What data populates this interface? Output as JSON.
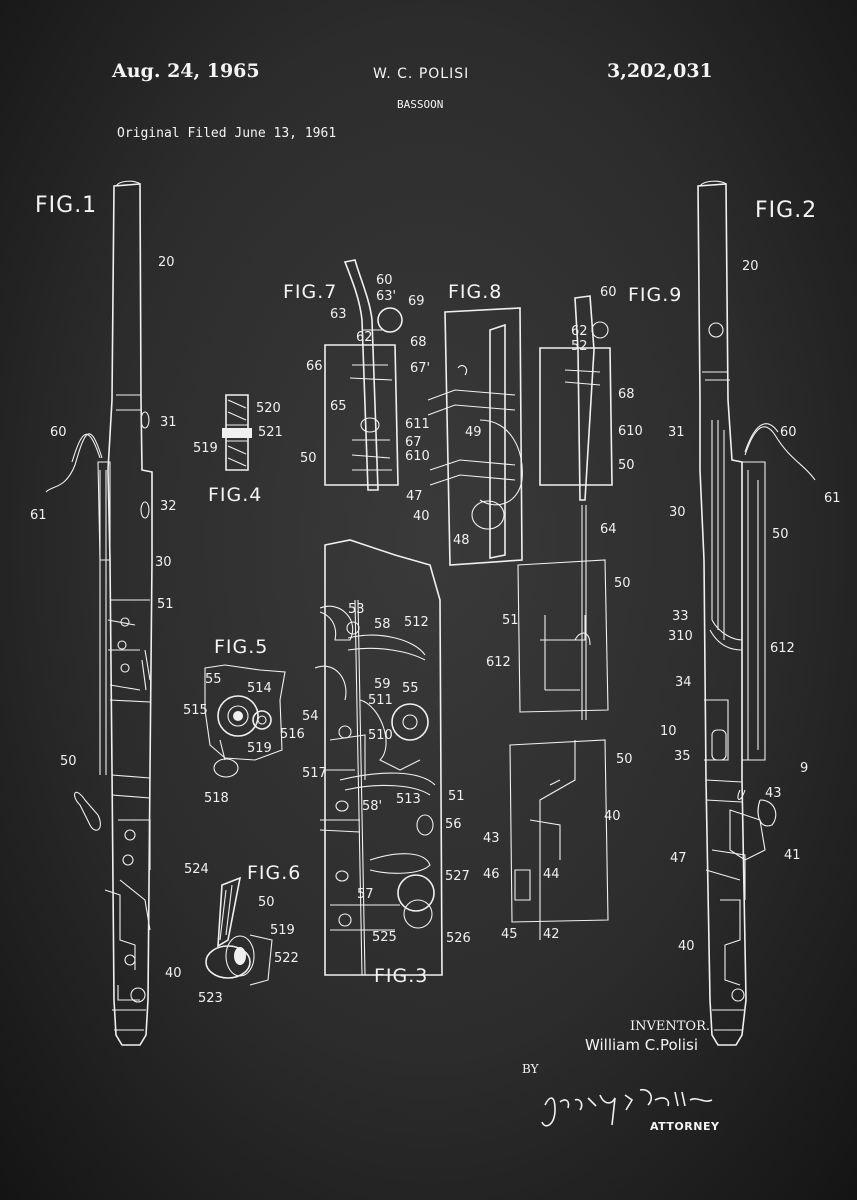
{
  "header": {
    "date": "Aug. 24, 1965",
    "inventor_name": "W. C. POLISI",
    "patent_number": "3,202,031",
    "title": "BASSOON",
    "filed": "Original Filed June 13, 1961"
  },
  "figures": {
    "fig1": "FIG.1",
    "fig2": "FIG.2",
    "fig3": "FIG.3",
    "fig4": "FIG.4",
    "fig5": "FIG.5",
    "fig6": "FIG.6",
    "fig7": "FIG.7",
    "fig8": "FIG.8",
    "fig9": "FIG.9"
  },
  "reference_numbers": {
    "fig1": [
      "20",
      "31",
      "60",
      "61",
      "32",
      "30",
      "51",
      "50",
      "40"
    ],
    "fig2": [
      "20",
      "31",
      "60",
      "61",
      "30",
      "50",
      "33",
      "310",
      "612",
      "34",
      "10",
      "35",
      "9",
      "43",
      "41",
      "47",
      "40"
    ],
    "fig3": [
      "53",
      "58",
      "512",
      "59",
      "55",
      "511",
      "54",
      "510",
      "517",
      "513",
      "51",
      "58'",
      "56",
      "57",
      "527",
      "525",
      "526"
    ],
    "fig4": [
      "520",
      "521",
      "519"
    ],
    "fig5": [
      "55",
      "514",
      "515",
      "516",
      "519",
      "518"
    ],
    "fig6": [
      "524",
      "50",
      "519",
      "522",
      "523"
    ],
    "fig7": [
      "60",
      "63'",
      "69",
      "63",
      "62",
      "68",
      "66",
      "67'",
      "65",
      "611",
      "67",
      "610",
      "50"
    ],
    "fig8": [
      "49",
      "47",
      "40",
      "48"
    ],
    "fig9": [
      "60",
      "62",
      "52",
      "68",
      "610",
      "50",
      "64",
      "50",
      "51",
      "612",
      "50",
      "40",
      "43",
      "46",
      "44",
      "45",
      "42"
    ]
  },
  "signature": {
    "inventor_caption": "INVENTOR.",
    "inventor_full_name": "William C.Polisi",
    "by": "BY",
    "attorney_signature": "Joseph F. Kaellan",
    "attorney_caption": "ATTORNEY"
  }
}
